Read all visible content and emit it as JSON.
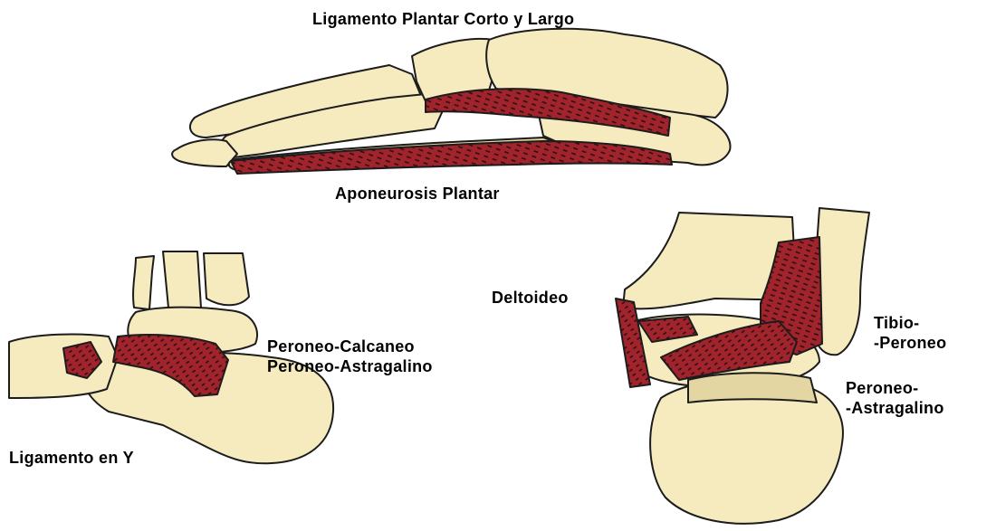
{
  "colors": {
    "bone": "#f6ebbf",
    "bone_shade": "#e4d6a2",
    "outline": "#1c1c1c",
    "ligament": "#a1242d",
    "ligament_dash": "#2a0f10",
    "background": "#ffffff"
  },
  "labels": {
    "top_title": "Ligamento Plantar Corto y Largo",
    "aponeurosis": "Aponeurosis Plantar",
    "peroneo_calcaneo": "Peroneo-Calcaneo",
    "peroneo_astragalino": "Peroneo-Astragalino",
    "ligamento_y": "Ligamento en Y",
    "deltoideo": "Deltoideo",
    "tibio_1": "Tibio-",
    "tibio_2": "-Peroneo",
    "peroneo_ast_1": "Peroneo-",
    "peroneo_ast_2": "-Astragalino"
  }
}
